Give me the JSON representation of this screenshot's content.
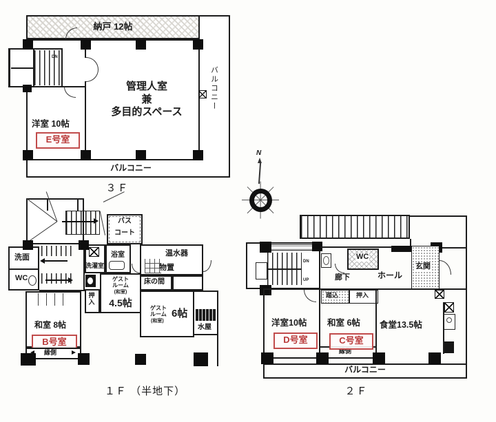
{
  "title": "間取り図（1F・2F・3F）",
  "colors": {
    "wall": "#1c1c1c",
    "unit_red": "#b93a3a"
  },
  "compass": {
    "n": "N"
  },
  "f3": {
    "floor_label": "３Ｆ",
    "nando": "納戸 12帖",
    "kanri_1": "管理人室",
    "kanri_2": "兼",
    "kanri_3": "多目的スペース",
    "yoshitsu": "洋室 10帖",
    "unit_e": "E号室",
    "balcony_right": "バルコニー",
    "balcony_bottom": "バルコニー",
    "dn": "DN"
  },
  "f1": {
    "floor_label": "１Ｆ （半地下）",
    "bath_court_1": "バス",
    "bath_court_2": "コート",
    "senmen": "洗面",
    "wc": "WC",
    "sentaku": "洗濯室",
    "yokushitsu": "浴室",
    "onsuiki": "温水器",
    "monooki": "物置",
    "tokonoma": "床の間",
    "guest_1": "ゲスト",
    "guest_2": "ルーム",
    "guest_3": "(和室)",
    "guest45_size": "4.5帖",
    "guest6_size": "6帖",
    "oshiire": "押入",
    "mizuya": "水屋",
    "washitsu8": "和室 8帖",
    "unit_b": "B号室",
    "engawa": "縁側"
  },
  "f2": {
    "floor_label": "２Ｆ",
    "wc": "WC",
    "rouka": "廊下",
    "hall": "ホール",
    "genkan": "玄関",
    "fumikomi": "踏込",
    "oshiire": "押入",
    "yoshitsu10": "洋室10帖",
    "unit_d": "D号室",
    "washitsu6": "和室 6帖",
    "unit_c": "C号室",
    "shokudo": "食堂13.5帖",
    "engawa": "縁側",
    "balcony": "バルコニー",
    "dn": "DN",
    "up": "UP"
  }
}
